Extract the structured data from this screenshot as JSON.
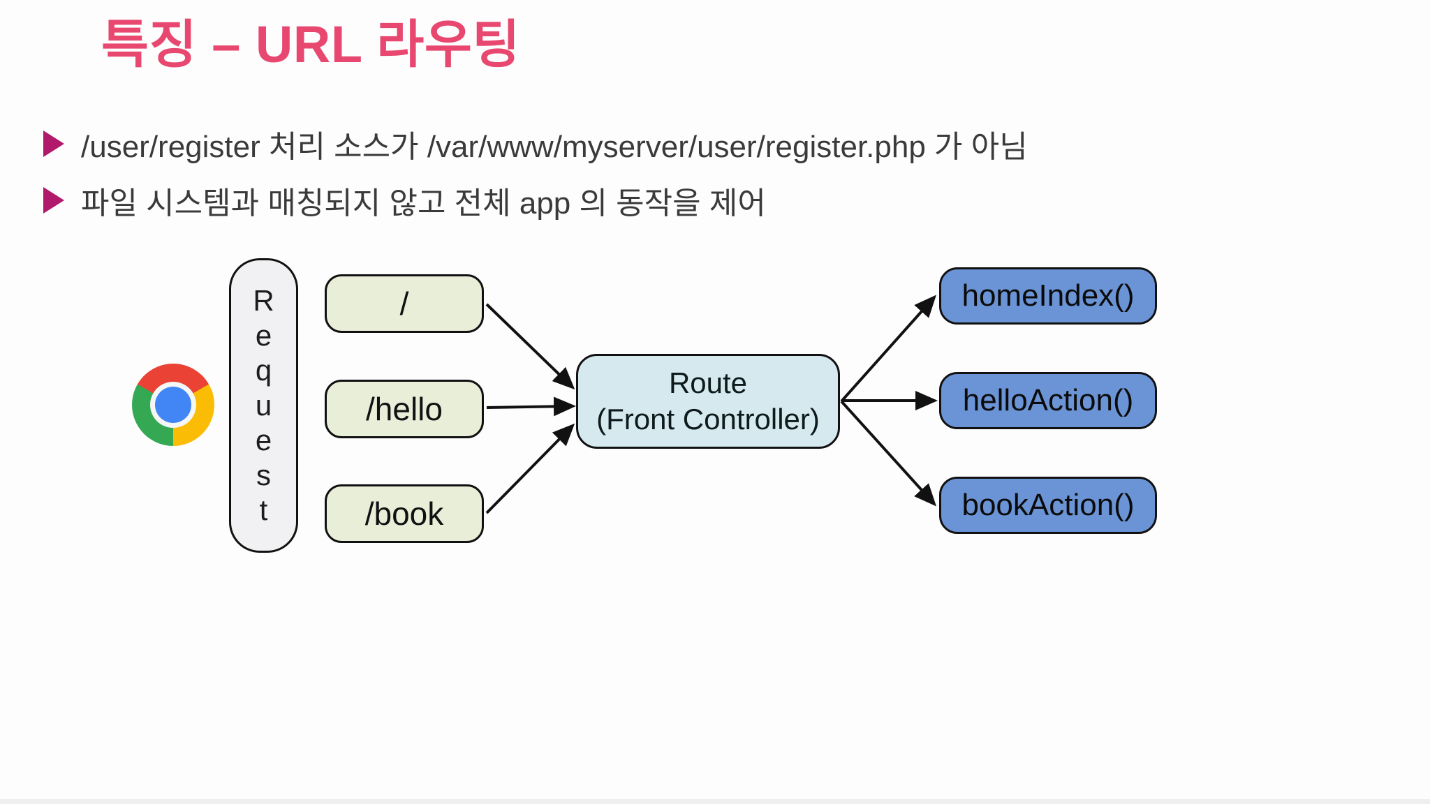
{
  "slide": {
    "title": "특징 – URL 라우팅",
    "bullets": [
      "/user/register 처리 소스가 /var/www/myserver/user/register.php 가 아님",
      "파일 시스템과 매칭되지 않고 전체 app 의 동작을 제어"
    ]
  },
  "diagram": {
    "browser_icon": "chrome-browser-icon",
    "request_label": "Request",
    "request_letters": [
      "R",
      "e",
      "q",
      "u",
      "e",
      "s",
      "t"
    ],
    "paths": [
      {
        "label": "/"
      },
      {
        "label": "/hello"
      },
      {
        "label": "/book"
      }
    ],
    "route": {
      "line1": "Route",
      "line2": "(Front Controller)"
    },
    "actions": [
      {
        "label": "homeIndex()"
      },
      {
        "label": "helloAction()"
      },
      {
        "label": "bookAction()"
      }
    ]
  },
  "colors": {
    "title_pink": "#e8486f",
    "bullet_marker_magenta": "#b11a6a",
    "body_text": "#3a3a3a",
    "outline_black": "#111111",
    "arrow_black": "#111111",
    "request_box_fill": "#f1f1f3",
    "path_box_fill": "#e9eed9",
    "route_box_fill": "#d5e9ee",
    "action_box_fill": "#6b94d6",
    "chrome_red": "#ea4335",
    "chrome_yellow": "#fbbc05",
    "chrome_green": "#34a853",
    "chrome_blue": "#4285f4",
    "background": "#fdfdfd"
  }
}
